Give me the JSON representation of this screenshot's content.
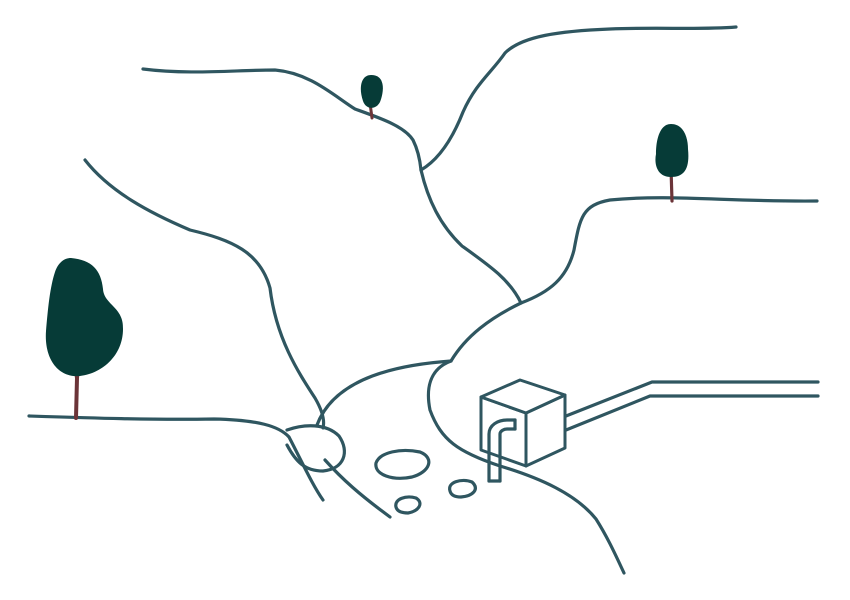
{
  "colors": {
    "stroke": "#2f5660",
    "tree_canopy": "#063b37",
    "tree_trunk": "#6b3438",
    "background": "#ffffff"
  },
  "scene": {
    "kind": "line-art landscape",
    "contains": [
      "hills",
      "valley",
      "stream",
      "rocks",
      "trees",
      "pump-house",
      "pipeline"
    ]
  }
}
